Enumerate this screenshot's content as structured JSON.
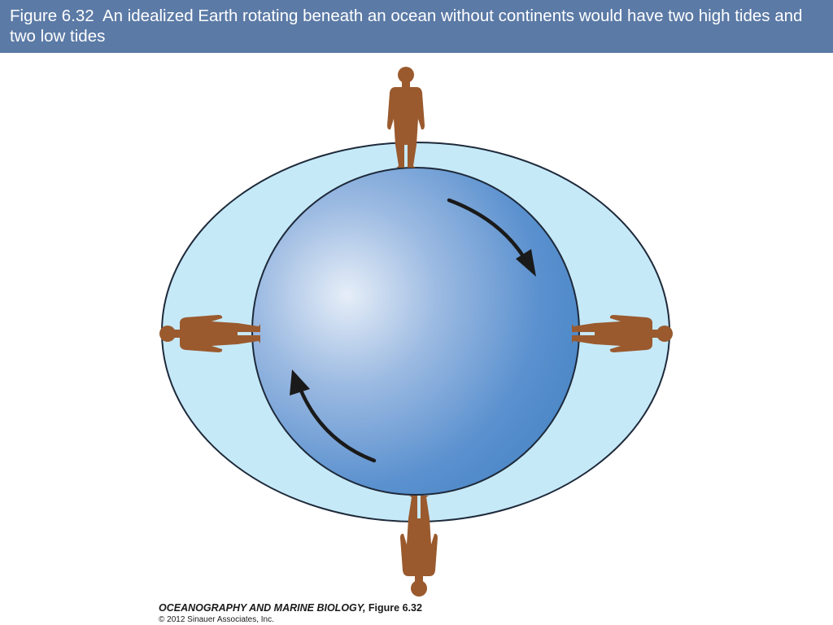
{
  "header": {
    "title": "Figure 6.32  An idealized Earth rotating beneath an ocean without continents would have two high tides and two low tides"
  },
  "credit": {
    "book": "OCEANOGRAPHY AND MARINE BIOLOGY,",
    "figure_ref": " Figure 6.32",
    "copyright": "© 2012 Sinauer Associates, Inc."
  },
  "colors": {
    "header_bg": "#5b7aa6",
    "ocean": "#c6e9f8",
    "earth_dark": "#4a86c6",
    "earth_light": "#e2ecf7",
    "person": "#9a5a2e",
    "arrow": "#1a1a1a"
  },
  "icons": [
    "person-figure-icon",
    "rotation-arrow-icon"
  ]
}
